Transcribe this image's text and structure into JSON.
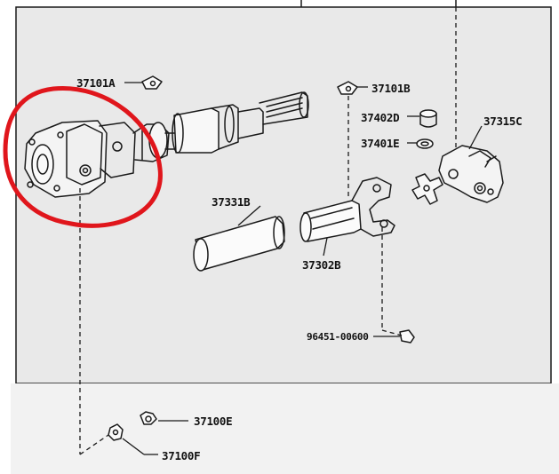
{
  "diagram": {
    "colors": {
      "background": "#ffffff",
      "panel": "#e9e9e9",
      "ink": "#1a1a1a",
      "highlight": "#e0161c"
    },
    "labels": {
      "p37101A": "37101A",
      "p37101B": "37101B",
      "p37402D": "37402D",
      "p37401E": "37401E",
      "p37315C": "37315C",
      "p37331B": "37331B",
      "p37302B": "37302B",
      "p96451": "96451-00600",
      "p37100E": "37100E",
      "p37100F": "37100F"
    }
  }
}
